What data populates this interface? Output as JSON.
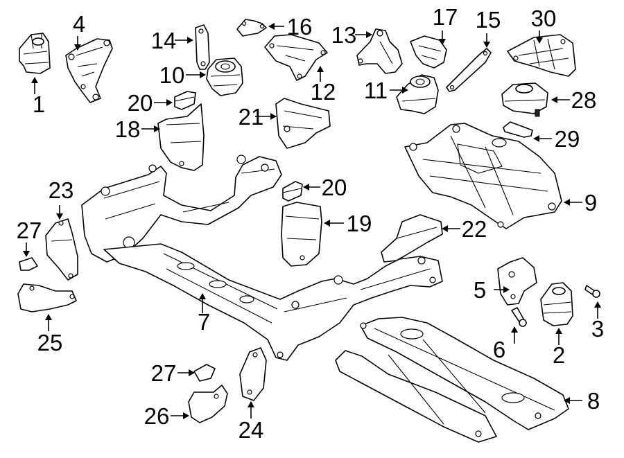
{
  "callouts": [
    "1",
    "2",
    "3",
    "4",
    "5",
    "6",
    "7",
    "8",
    "9",
    "10",
    "11",
    "12",
    "13",
    "14",
    "15",
    "16",
    "17",
    "18",
    "19",
    "20",
    "20",
    "21",
    "22",
    "23",
    "24",
    "25",
    "26",
    "27",
    "27",
    "28",
    "29",
    "30"
  ]
}
